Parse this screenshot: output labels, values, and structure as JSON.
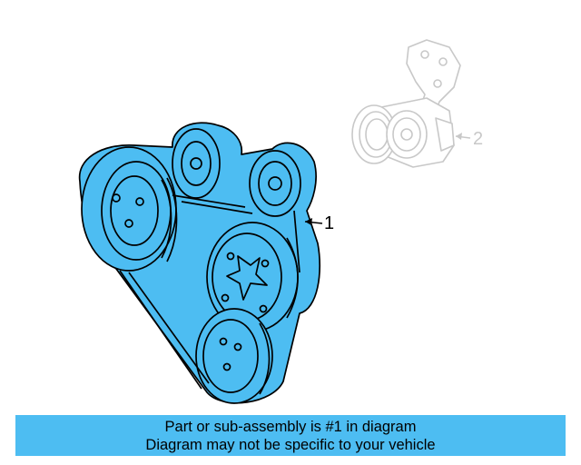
{
  "colors": {
    "highlight": "#4dbdf2",
    "background": "#ffffff",
    "outline": "#000000",
    "ghost": "#c8c8c8",
    "banner": "#4dbdf2"
  },
  "callouts": {
    "part1": "1",
    "part2": "2"
  },
  "parts": [
    {
      "callout": "1",
      "highlighted": true,
      "icon": "serpentine-belt-pulley-assembly"
    },
    {
      "callout": "2",
      "highlighted": false,
      "icon": "belt-tensioner-assembly"
    }
  ],
  "banner": {
    "line1": "Part or sub-assembly is #1 in diagram",
    "line2": "Diagram may not be specific to your vehicle"
  }
}
